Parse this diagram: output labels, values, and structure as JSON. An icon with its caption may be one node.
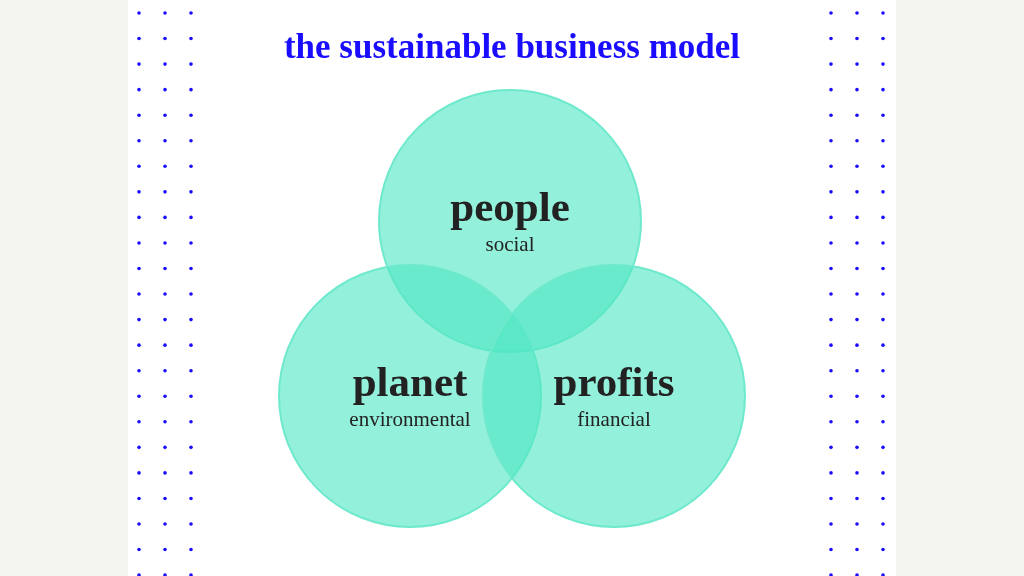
{
  "diagram": {
    "title": "the sustainable business model",
    "nodes": [
      {
        "text": [
          "people",
          "social"
        ]
      },
      {
        "text": [
          "planet",
          "environmental"
        ]
      },
      {
        "text": [
          "profits",
          "financial"
        ]
      }
    ]
  }
}
